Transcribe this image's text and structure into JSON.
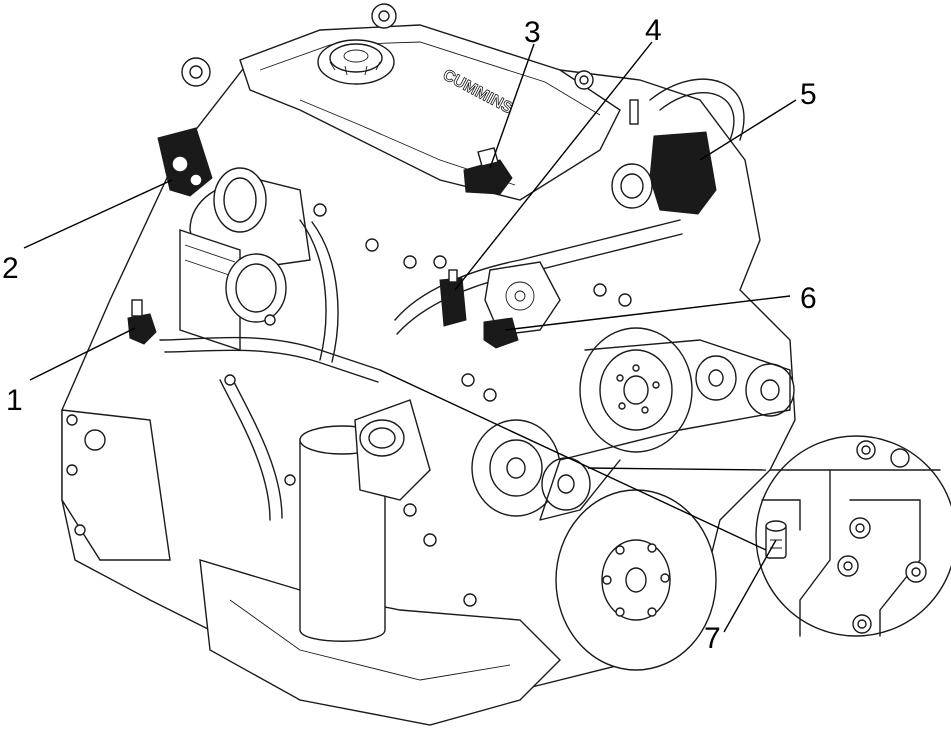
{
  "diagram": {
    "callouts": [
      {
        "id": "1",
        "label": "1"
      },
      {
        "id": "2",
        "label": "2"
      },
      {
        "id": "3",
        "label": "3"
      },
      {
        "id": "4",
        "label": "4"
      },
      {
        "id": "5",
        "label": "5"
      },
      {
        "id": "6",
        "label": "6"
      },
      {
        "id": "7",
        "label": "7"
      }
    ],
    "valve_cover_text": "CUMMINS"
  },
  "colors": {
    "line": "#1a1a1a",
    "background": "#ffffff",
    "sensor": "#1a1a1a"
  }
}
